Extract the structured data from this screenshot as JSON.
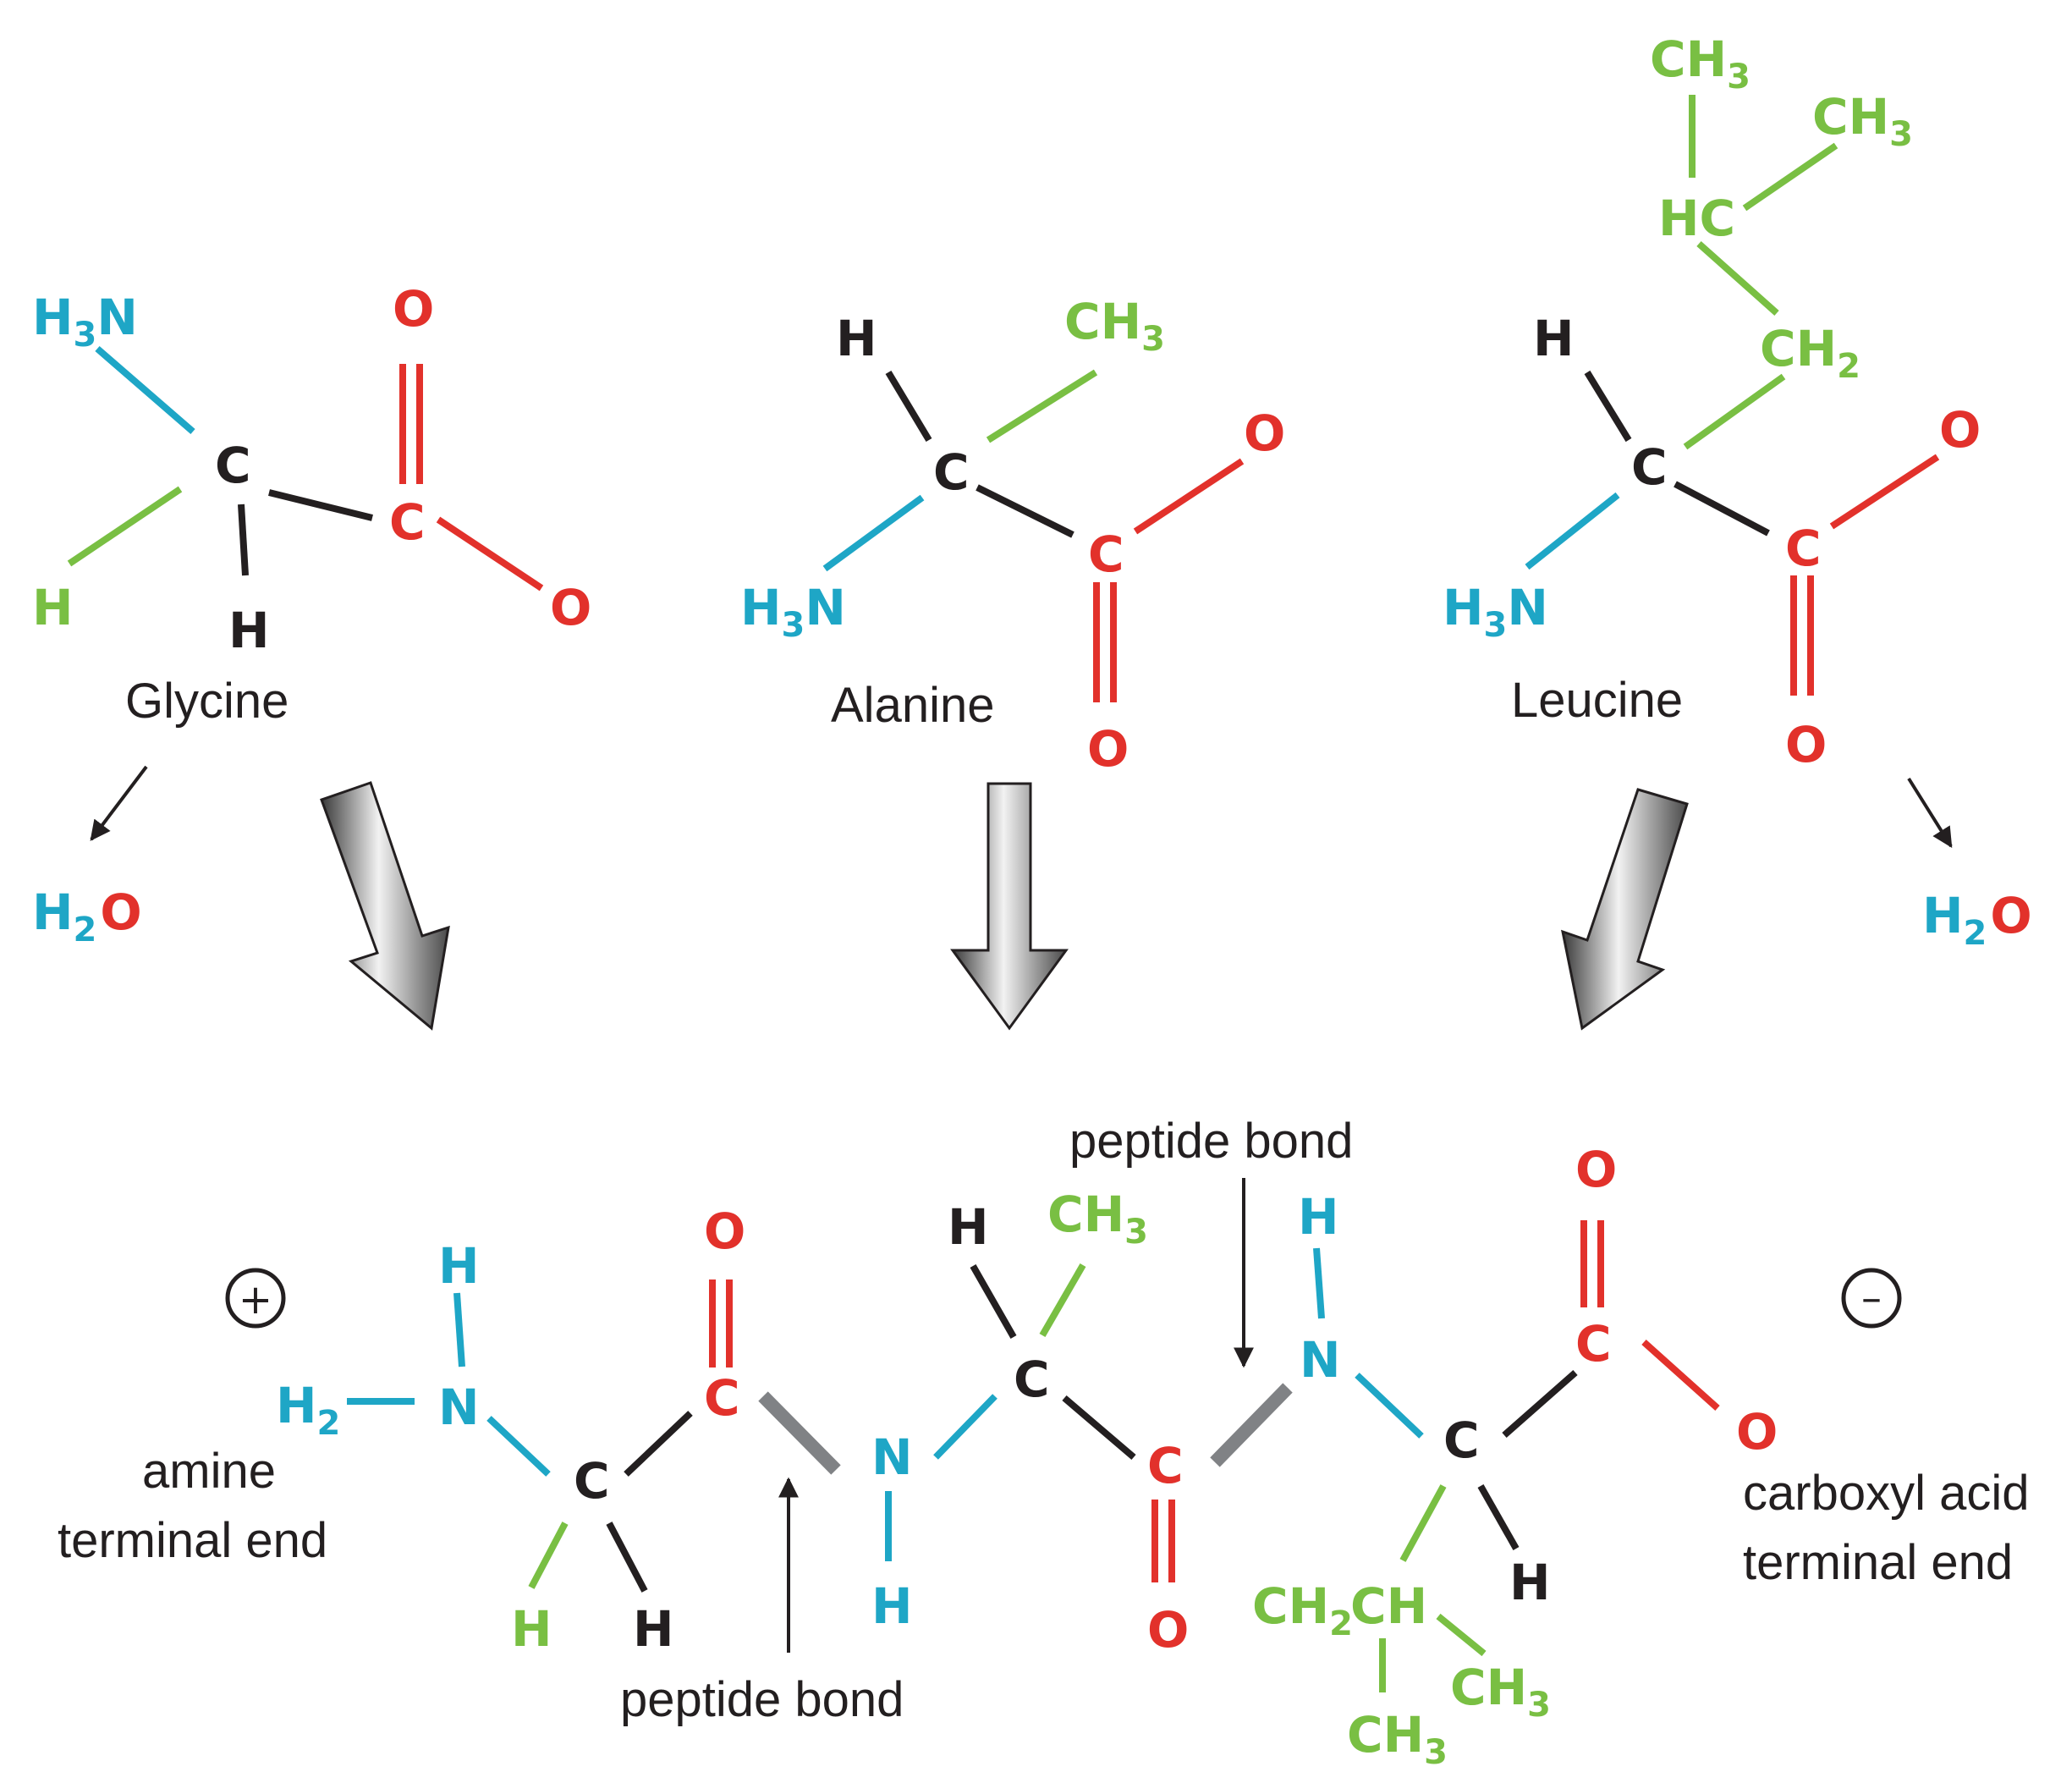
{
  "colors": {
    "amine": "#1ea6c6",
    "carboxyl": "#e2312b",
    "side_chain": "#79bf43",
    "backbone": "#231f20",
    "peptide_bond": "#808285"
  },
  "atoms": {
    "C": "C",
    "O": "O",
    "N": "N",
    "H": "H",
    "HC": "HC",
    "CH": "CH",
    "H3N_main": "H",
    "H3N_sub": "3",
    "H3N_tail": "N",
    "CH3_main": "CH",
    "CH3_sub": "3",
    "CH2_main": "CH",
    "CH2_sub": "2",
    "H2_main": "H",
    "H2_sub": "2",
    "H2O_H": "H",
    "H2O_sub": "2",
    "H2O_O": "O"
  },
  "amino_acids": [
    {
      "name": "Glycine"
    },
    {
      "name": "Alanine"
    },
    {
      "name": "Leucine"
    }
  ],
  "labels": {
    "peptide_bond_top": "peptide bond",
    "peptide_bond_bottom": "peptide bond",
    "amine_line1": "amine",
    "amine_line2": "terminal end",
    "carboxyl_line1": "carboxyl acid",
    "carboxyl_line2": "terminal end"
  },
  "charges": {
    "plus": "+",
    "minus": "–"
  }
}
